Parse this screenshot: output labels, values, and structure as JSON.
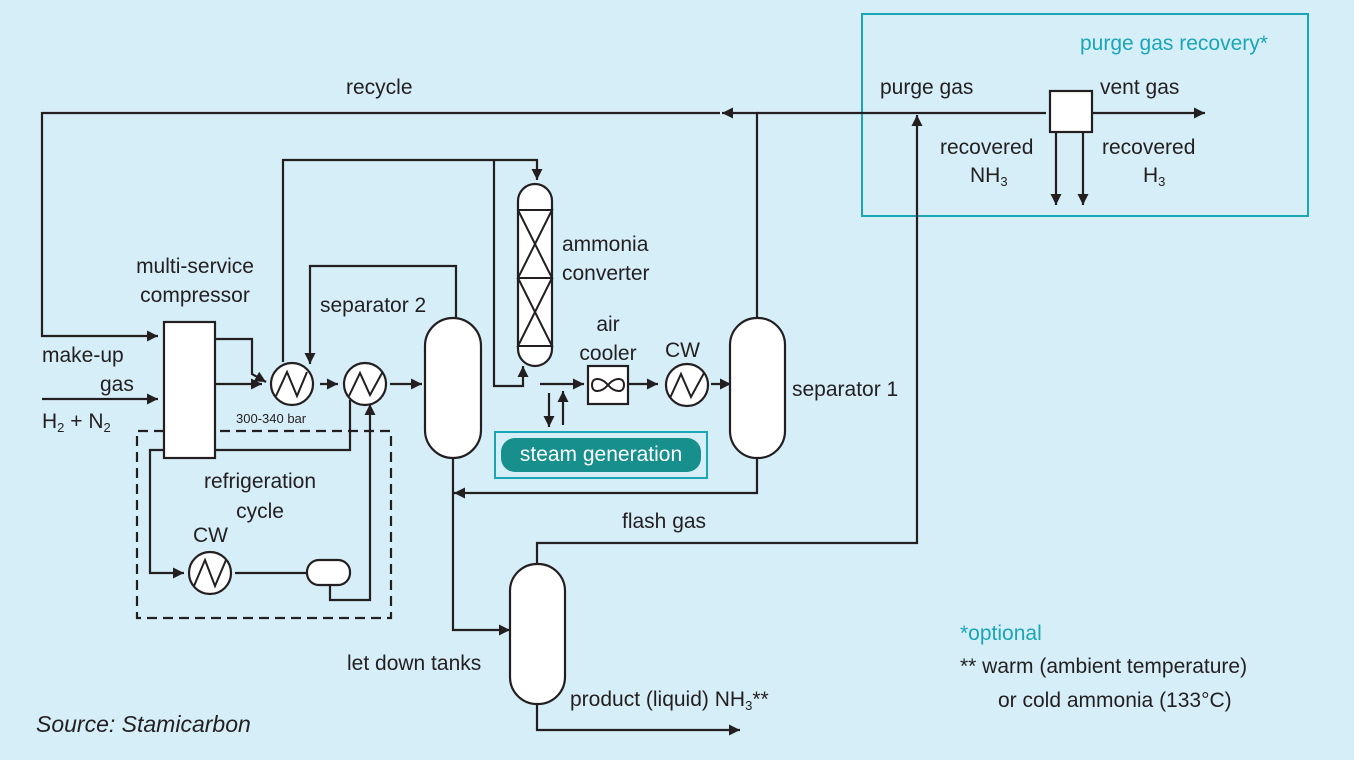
{
  "labels": {
    "purge_gas_recovery": "purge gas recovery*",
    "purge_gas": "purge gas",
    "vent_gas": "vent gas",
    "recovered": "recovered",
    "nh": "NH",
    "h": "H",
    "sub3": "3",
    "recycle": "recycle",
    "multi_service_compressor_1": "multi-service",
    "multi_service_compressor_2": "compressor",
    "separator_2": "separator 2",
    "ammonia_converter_1": "ammonia",
    "ammonia_converter_2": "converter",
    "air_cooler_1": "air",
    "air_cooler_2": "cooler",
    "cw": "CW",
    "separator_1": "separator 1",
    "make_up_gas_1": "make-up",
    "make_up_gas_2": "gas",
    "h2": "H",
    "sub2": "2",
    "n2": "N",
    "plus": "+",
    "pressure": "300-340 bar",
    "steam_generation": "steam generation",
    "refrigeration_cycle_1": "refrigeration",
    "refrigeration_cycle_2": "cycle",
    "flash_gas": "flash gas",
    "let_down_tanks": "let down tanks",
    "product": "product (liquid) NH",
    "product_suffix": "**",
    "optional": "*optional",
    "note_1": "** warm (ambient temperature)",
    "note_2": "or cold ammonia (133°C)",
    "source": "Source: Stamicarbon"
  },
  "colors": {
    "background": "#d6eef8",
    "line": "#231f20",
    "teal": "#1aa6b7",
    "steam_fill": "#178f8c"
  }
}
